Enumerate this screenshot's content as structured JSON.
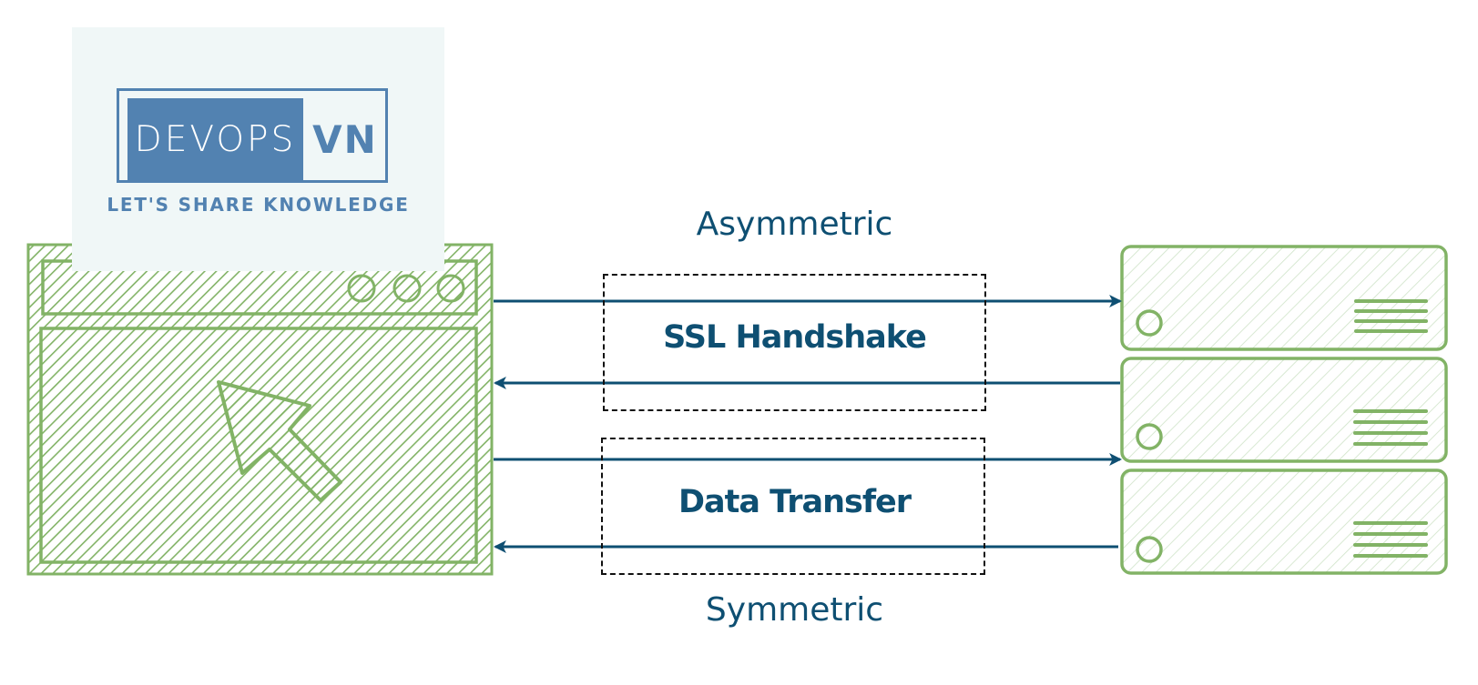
{
  "logo": {
    "left_text": "DEVOPS",
    "right_text": "VN",
    "tagline": "LET'S SHARE KNOWLEDGE",
    "brand_color": "#5282b1",
    "background": "#f0f7f7"
  },
  "client": {
    "name": "browser-window",
    "icon": "cursor-arrow-icon",
    "window_buttons": 3,
    "color": "#82b366"
  },
  "server": {
    "name": "server-rack",
    "units": 3,
    "color": "#82b366"
  },
  "phases": [
    {
      "title": "SSL Handshake",
      "caption": "Asymmetric",
      "arrows": [
        "client-to-server",
        "server-to-client"
      ]
    },
    {
      "title": "Data Transfer",
      "caption": "Symmetric",
      "arrows": [
        "client-to-server",
        "server-to-client"
      ]
    }
  ],
  "colors": {
    "arrow": "#0e4f72",
    "text": "#0e4f72",
    "dashed_border": "#111111"
  }
}
